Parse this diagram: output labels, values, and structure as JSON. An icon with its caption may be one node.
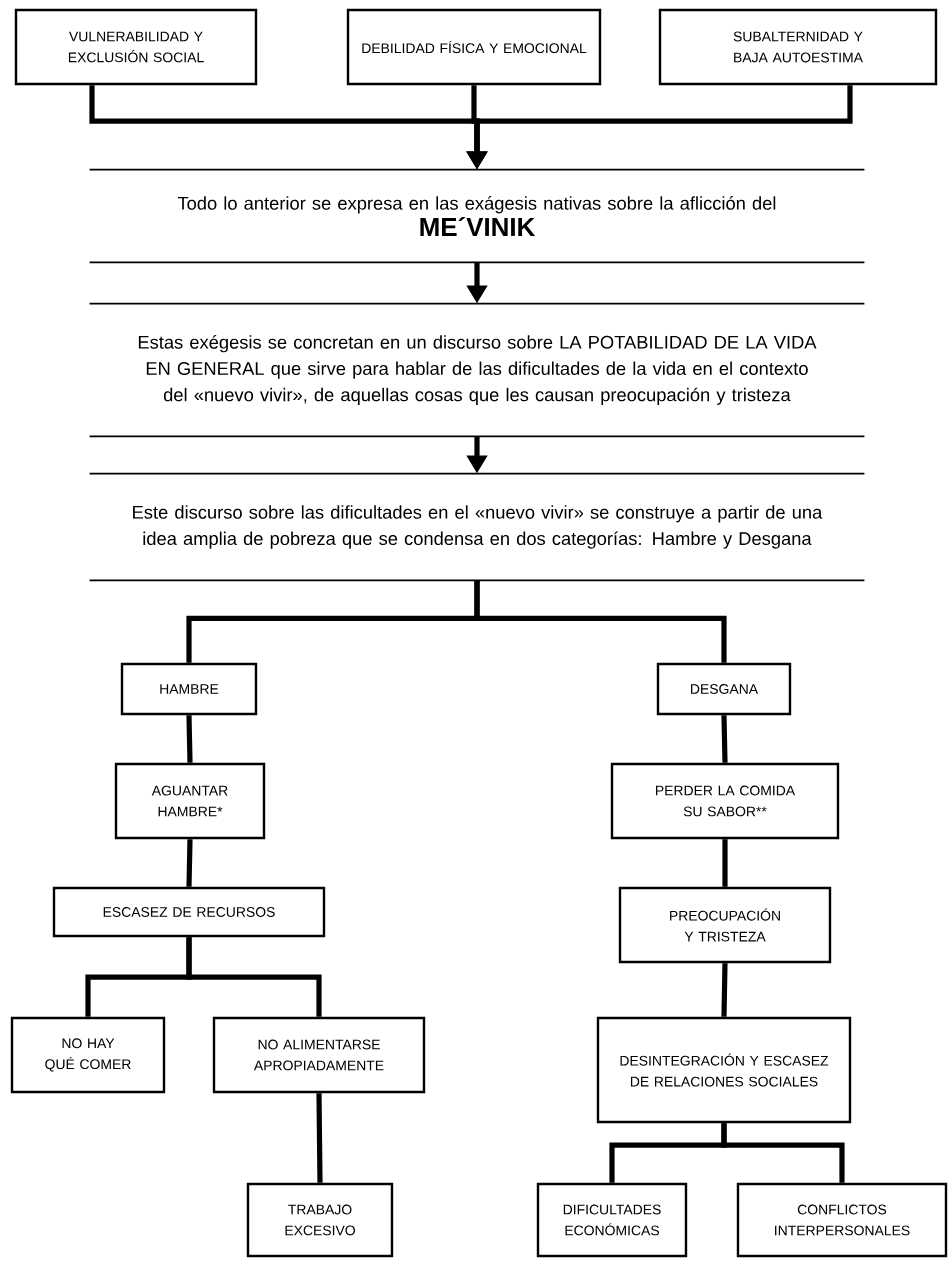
{
  "diagram": {
    "nodes": [
      {
        "text": [
          "VULNERABILIDAD Y EXCLUSIÓN SOCIAL"
        ]
      },
      {
        "text": [
          "DEBILIDAD FÍSICA Y EMOCIONAL"
        ]
      },
      {
        "text": [
          "SUBALTERNIDAD Y BAJA AUTOESTIMA"
        ]
      },
      {
        "text": [
          "Todo lo anterior se expresa en las exágesis nativas sobre la aflicción del",
          "ME´VINIK"
        ]
      },
      {
        "text": [
          "Estas exégesis se concretan en un discurso sobre LA POTABILIDAD DE LA VIDA EN GENERAL que sirve para hablar de las dificultades de la vida en el contexto del «nuevo vivir», de aquellas cosas que les causan preocupación y tristeza"
        ]
      },
      {
        "text": [
          "Este discurso sobre las dificultades en el «nuevo vivir» se construye a partir de una idea amplia de pobreza que se condensa en dos categorías: Hambre y Desgana"
        ]
      },
      {
        "text": [
          "HAMBRE"
        ]
      },
      {
        "text": [
          "DESGANA"
        ]
      },
      {
        "text": [
          "AGUANTAR HAMBRE*"
        ]
      },
      {
        "text": [
          "PERDER LA COMIDA SU SABOR**"
        ]
      },
      {
        "text": [
          "ESCASEZ DE RECURSOS"
        ]
      },
      {
        "text": [
          "PREOCUPACIÓN Y TRISTEZA"
        ]
      },
      {
        "text": [
          "NO HAY QUÉ COMER"
        ]
      },
      {
        "text": [
          "NO ALIMENTARSE APROPIADAMENTE"
        ]
      },
      {
        "text": [
          "DESINTEGRACIÓN Y ESCASEZ DE RELACIONES SOCIALES"
        ]
      },
      {
        "text": [
          "TRABAJO EXCESIVO"
        ]
      },
      {
        "text": [
          "DIFICULTADES ECONÓMICAS"
        ]
      },
      {
        "text": [
          "CONFLICTOS INTERPERSONALES"
        ]
      }
    ],
    "edges": [
      {
        "from": 0,
        "to": 3,
        "arrow": "to"
      },
      {
        "from": 1,
        "to": 3,
        "arrow": "to"
      },
      {
        "from": 2,
        "to": 3,
        "arrow": "to"
      },
      {
        "from": 3,
        "to": 4,
        "arrow": "to"
      },
      {
        "from": 4,
        "to": 5,
        "arrow": "to"
      },
      {
        "from": 5,
        "to": 6,
        "arrow": "none"
      },
      {
        "from": 5,
        "to": 7,
        "arrow": "none"
      },
      {
        "from": 6,
        "to": 8,
        "arrow": "none"
      },
      {
        "from": 8,
        "to": 10,
        "arrow": "none"
      },
      {
        "from": 10,
        "to": 12,
        "arrow": "none"
      },
      {
        "from": 10,
        "to": 13,
        "arrow": "none"
      },
      {
        "from": 13,
        "to": 15,
        "arrow": "none"
      },
      {
        "from": 7,
        "to": 9,
        "arrow": "none"
      },
      {
        "from": 9,
        "to": 11,
        "arrow": "none"
      },
      {
        "from": 11,
        "to": 14,
        "arrow": "none"
      },
      {
        "from": 14,
        "to": 16,
        "arrow": "none"
      },
      {
        "from": 14,
        "to": 17,
        "arrow": "none"
      }
    ]
  }
}
